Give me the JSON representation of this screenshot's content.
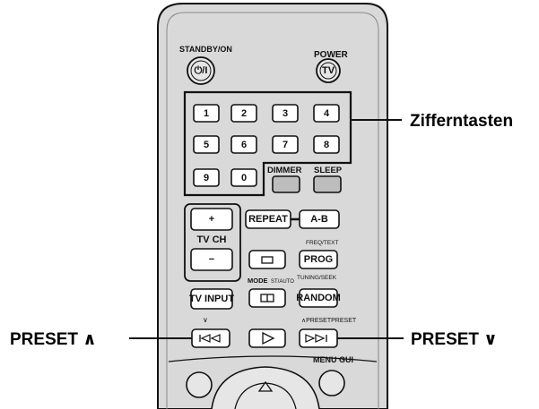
{
  "labels": {
    "standby": "STANDBY/ON",
    "standby_symbol": "⏻/I",
    "power": "POWER",
    "tv": "TV",
    "dimmer": "DIMMER",
    "sleep": "SLEEP",
    "repeat": "REPEAT",
    "ab": "A-B",
    "plus": "+",
    "minus": "−",
    "tvch": "TV CH",
    "freq_text": "FREQ/TEXT",
    "prog": "PROG",
    "mode": "MODE",
    "st_auto": "ST/AUTO",
    "tuning_seek": "TUNING/SEEK",
    "tv_input": "TV INPUT",
    "random": "RANDOM",
    "preset_preset": "∧PRESETPRESET",
    "preset_down_small": "∨",
    "menu_gui": "MENU GUI"
  },
  "number_keys": [
    "1",
    "2",
    "3",
    "4",
    "5",
    "6",
    "7",
    "8",
    "9",
    "0"
  ],
  "callouts": {
    "zifferntasten": "Zifferntasten",
    "preset_up": "PRESET ∧",
    "preset_down": "PRESET ∨"
  }
}
